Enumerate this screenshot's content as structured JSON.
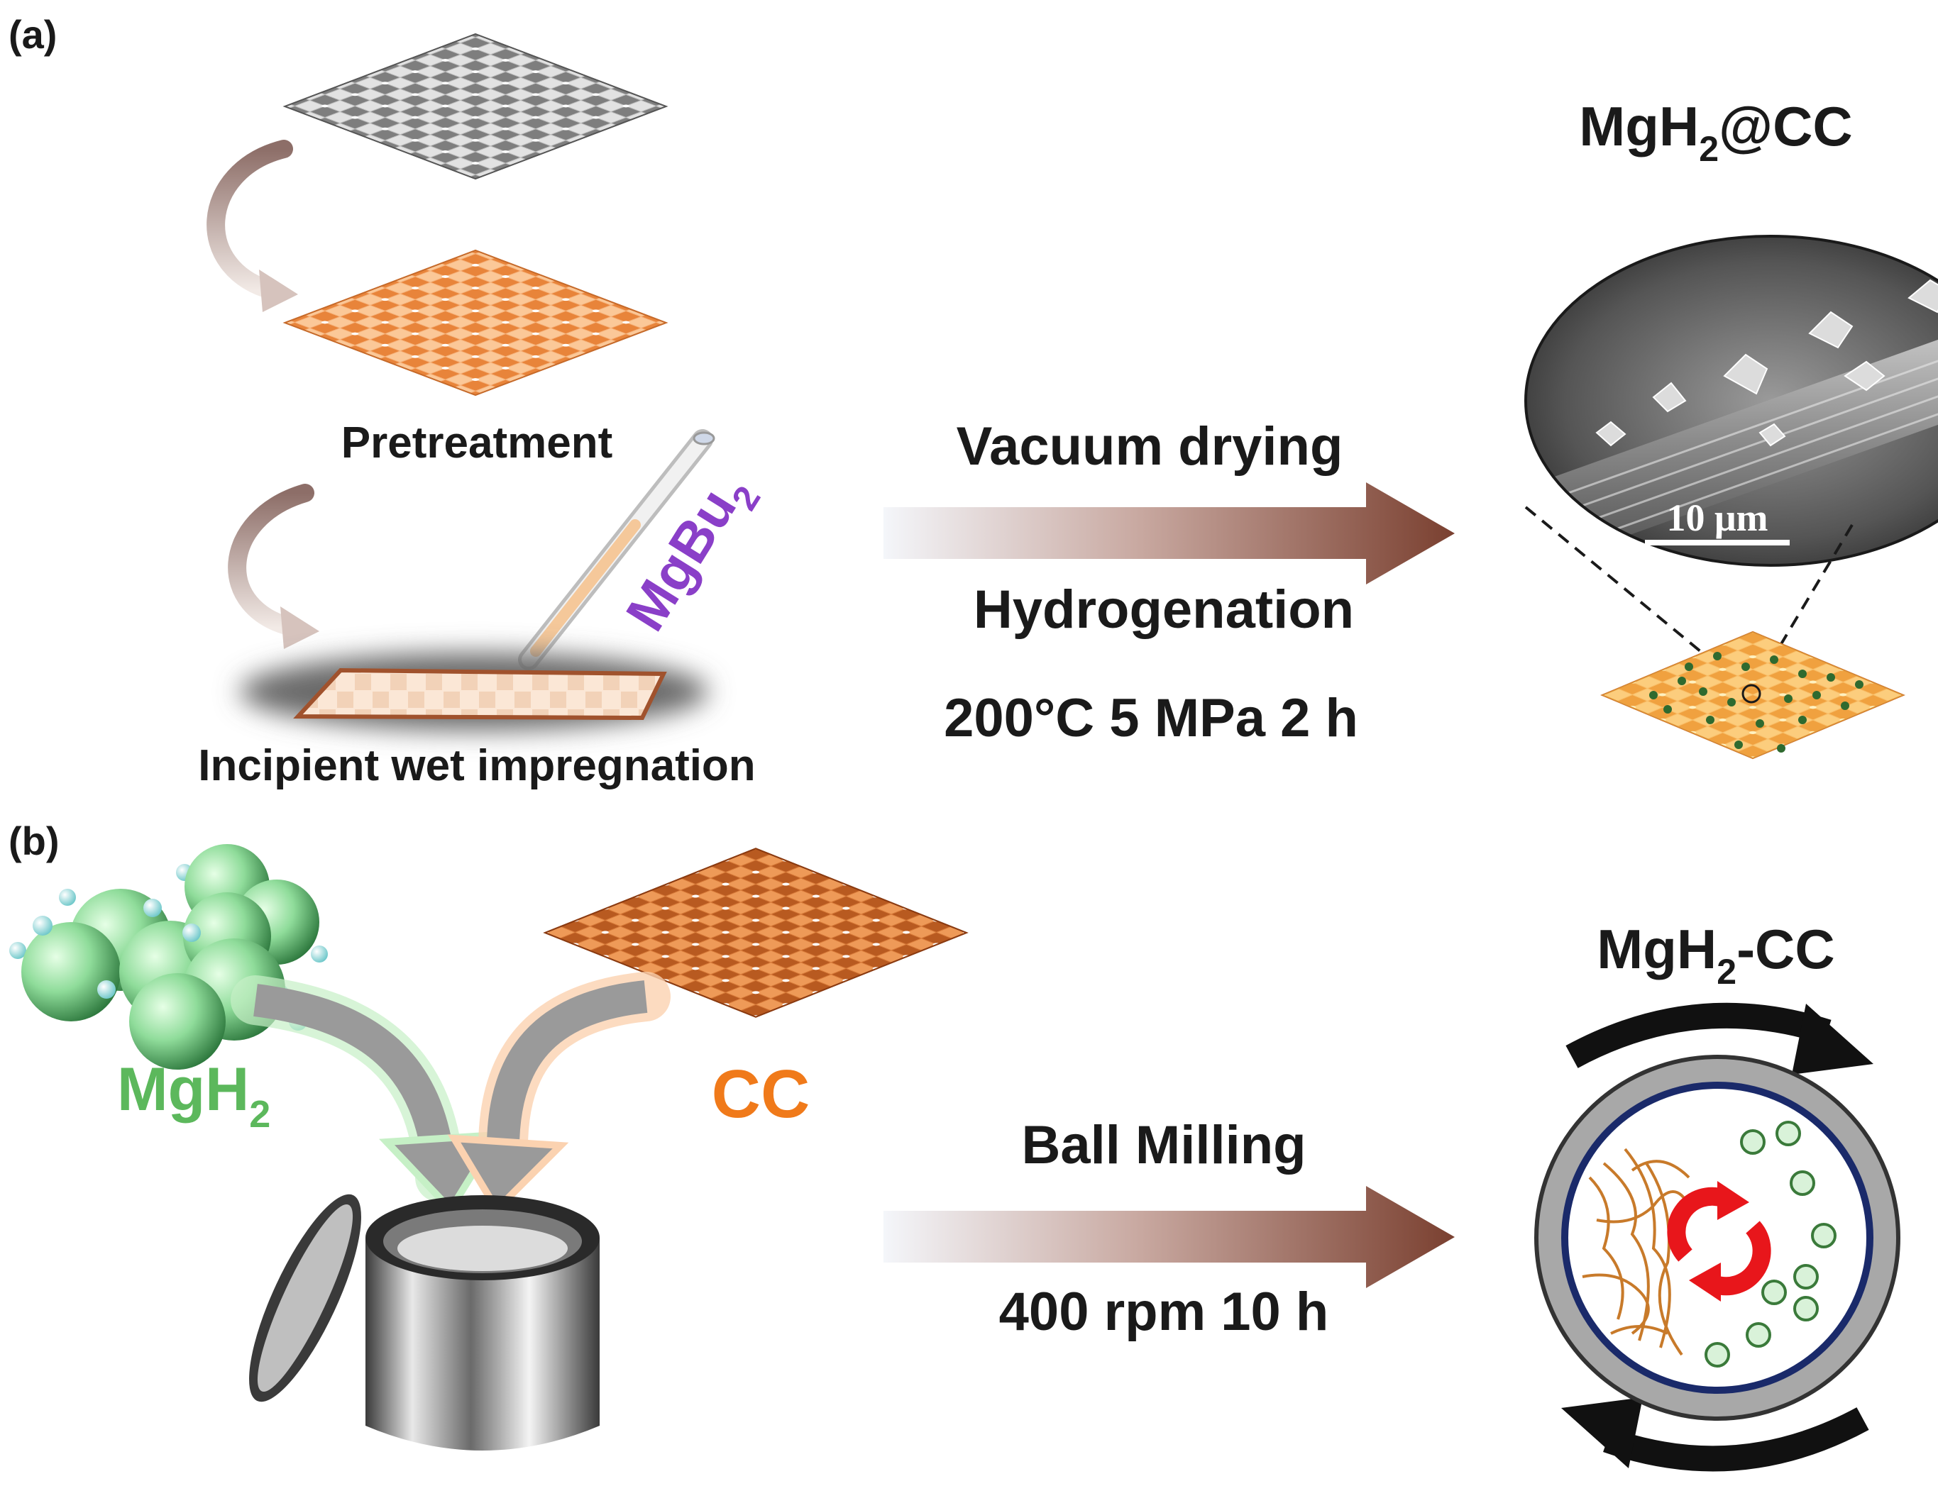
{
  "panel_a": {
    "label": "(a)",
    "step_pretreatment": "Pretreatment",
    "step_impregnation": "Incipient wet impregnation",
    "reagent_base": "MgBu",
    "reagent_sub": "2",
    "arrow_top": "Vacuum drying",
    "arrow_bottom": "Hydrogenation",
    "conditions": "200°C  5 MPa  2 h",
    "product_base": "MgH",
    "product_sub": "2",
    "product_suffix": "@CC",
    "scale_bar": "10 μm"
  },
  "panel_b": {
    "label": "(b)",
    "reactant1_base": "MgH",
    "reactant1_sub": "2",
    "reactant2": "CC",
    "arrow_top": "Ball Milling",
    "conditions": "400 rpm   10 h",
    "product_base": "MgH",
    "product_sub": "2",
    "product_suffix": "-CC"
  },
  "colors": {
    "text": "#1a1a1a",
    "arrow_end": "#7a4030",
    "orange_cloth": "#f3a05a",
    "dark_orange_cloth": "#e07a30",
    "gray_cloth": "#8a8a8a",
    "mgbu_purple": "#8a3fc8",
    "mgh2_green": "#5cb85c",
    "cc_orange": "#f07a1a",
    "rotation_red": "#e8161b"
  }
}
